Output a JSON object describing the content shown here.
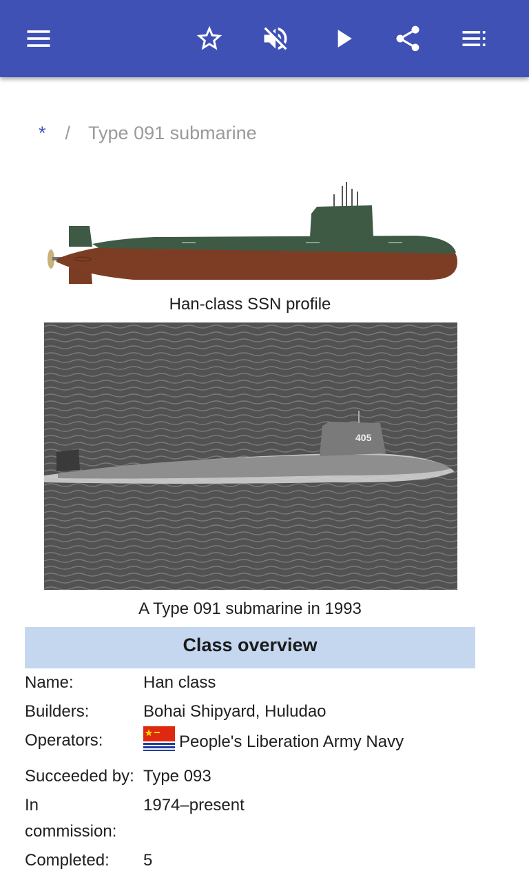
{
  "appbar": {
    "icons": [
      "menu-icon",
      "star-icon",
      "volume-off-icon",
      "play-icon",
      "share-icon",
      "list-icon"
    ]
  },
  "breadcrumb": {
    "home": "*",
    "separator": "/",
    "current": "Type 091 submarine"
  },
  "figures": [
    {
      "caption": "Han-class SSN profile"
    },
    {
      "caption": "A Type 091 submarine in 1993",
      "hull_number": "405"
    }
  ],
  "overview": {
    "title": "Class overview",
    "rows": [
      {
        "key": "Name:",
        "value": "Han class"
      },
      {
        "key": "Builders:",
        "value": "Bohai Shipyard, Huludao"
      },
      {
        "key": "Operators:",
        "value": "People's Liberation Army Navy"
      },
      {
        "key": "Succeeded by:",
        "value": "Type 093"
      },
      {
        "key": "In commission:",
        "value": "1974–present"
      },
      {
        "key": "Completed:",
        "value": "5"
      }
    ]
  },
  "colors": {
    "appbar": "#3f51b5",
    "table_header": "#c5d7ef"
  }
}
